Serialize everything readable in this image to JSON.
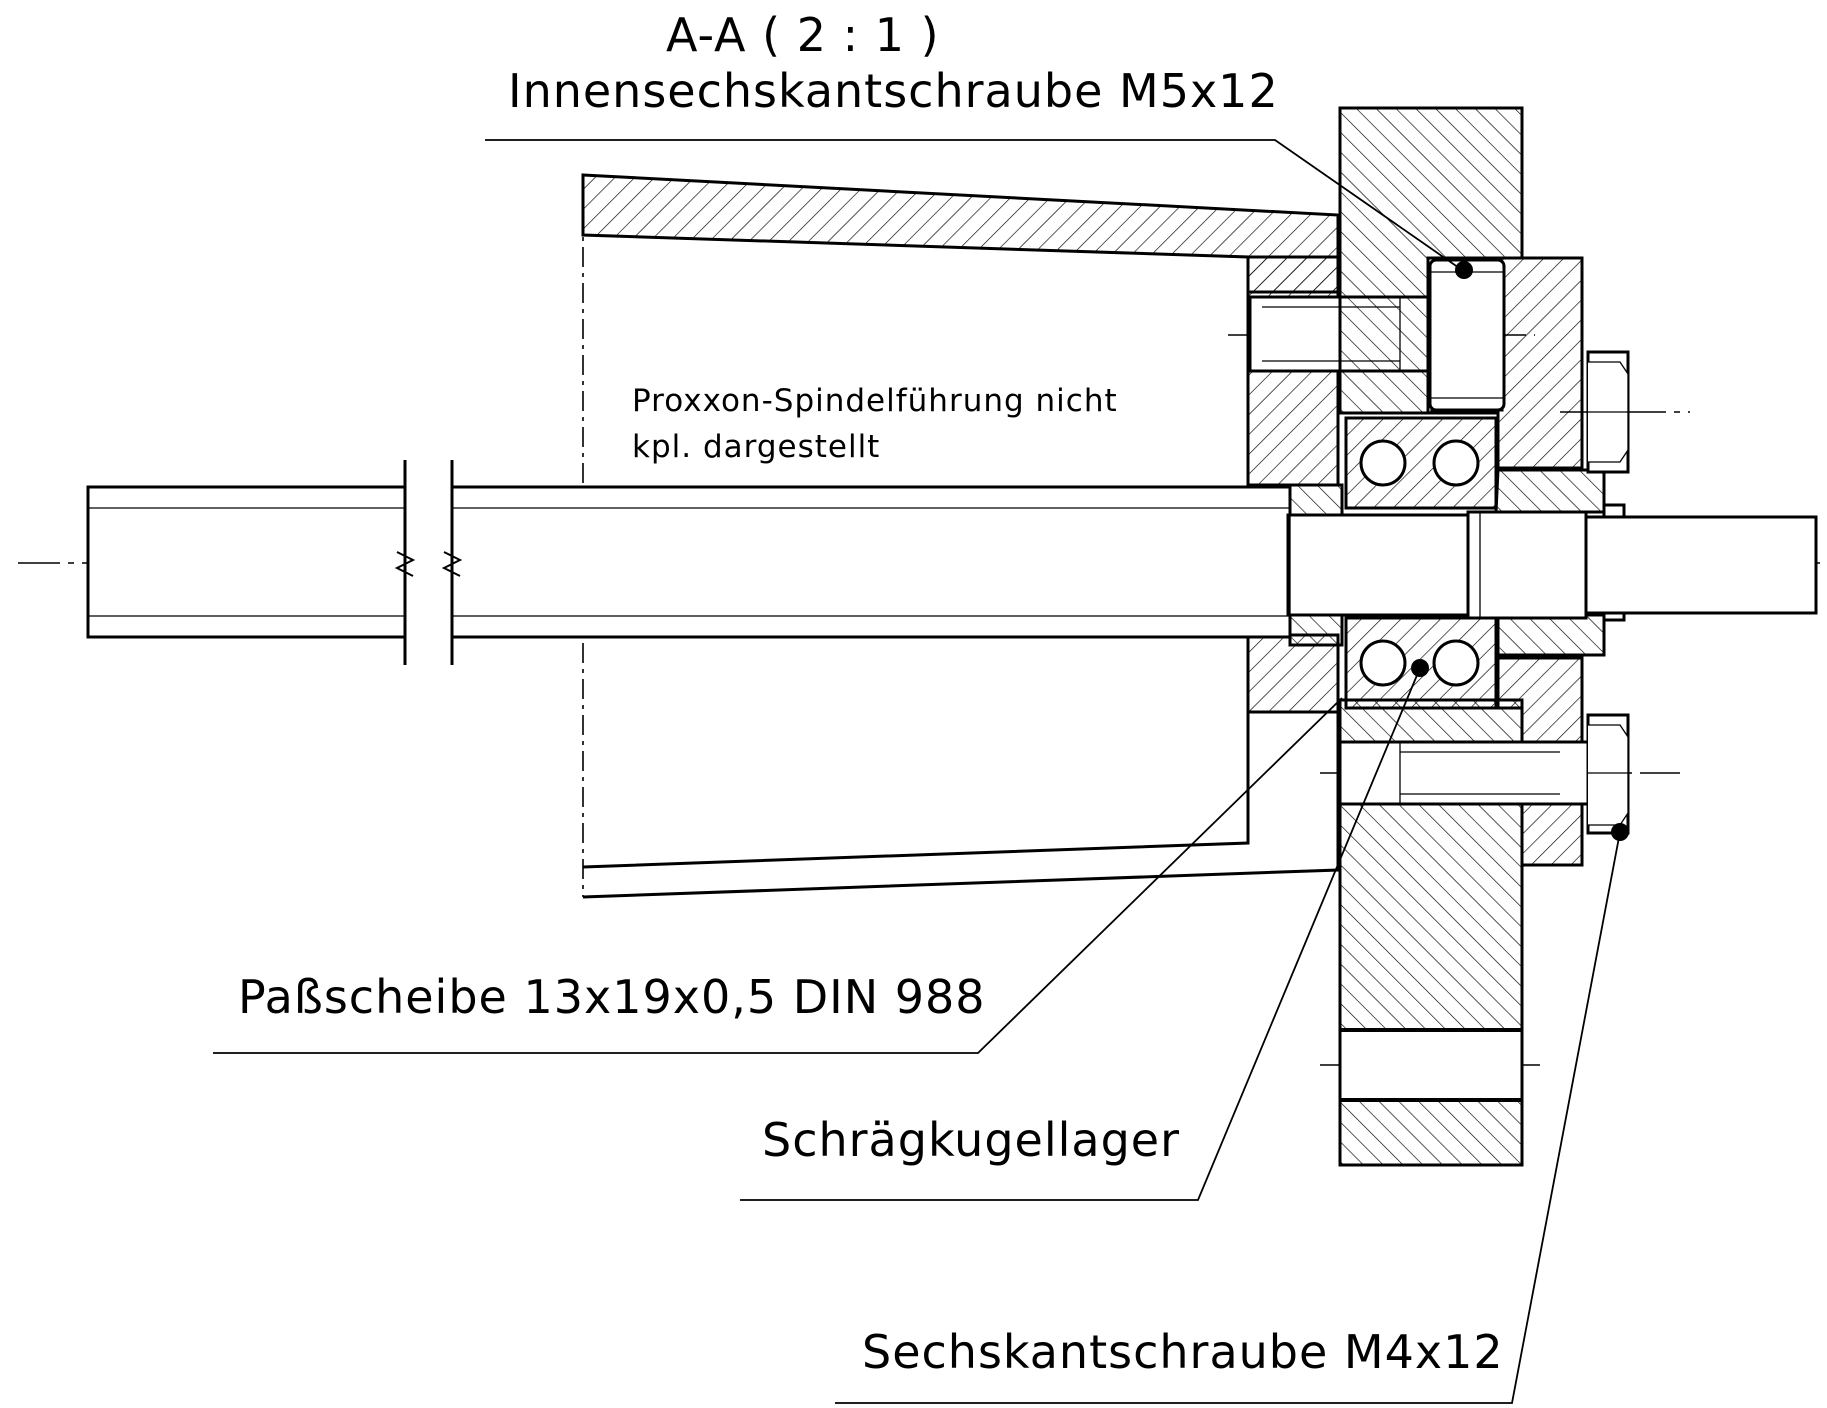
{
  "section_title": "A-A ( 2 : 1 )",
  "labels": {
    "screw_m5": "Innensechskantschraube M5x12",
    "note_line1": "Proxxon-Spindelführung nicht",
    "note_line2": "kpl. dargestellt",
    "shim": "Paßscheibe 13x19x0,5 DIN 988",
    "bearing": "Schrägkugellager",
    "screw_m4": "Sechskantschraube M4x12"
  },
  "colors": {
    "line": "#000000",
    "background": "#ffffff"
  }
}
